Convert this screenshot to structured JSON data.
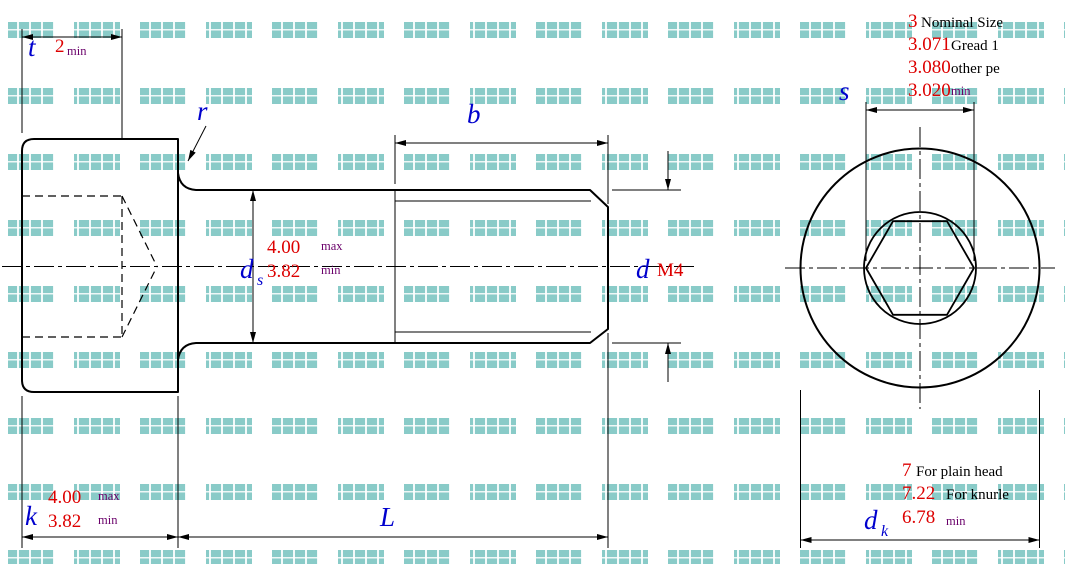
{
  "drawing": {
    "type": "technical-drawing",
    "subject": "Hex socket head cap screw dimension drawing"
  },
  "palette": {
    "line": "#000000",
    "label_blue": "#0000cd",
    "value_red": "#dd0000",
    "limit_purple": "#6a006a",
    "note_black": "#000000",
    "watermark_teal": "#28a09a"
  },
  "side_view": {
    "t_label": "t",
    "t_value": "2",
    "t_limit": "min",
    "r_label": "r",
    "b_label": "b",
    "ds_label": "d",
    "ds_sub": "s",
    "ds_max": "4.00",
    "ds_max_limit": "max",
    "ds_min": "3.82",
    "ds_min_limit": "min",
    "d_label": "d",
    "d_value": "M4",
    "k_label": "k",
    "k_max": "4.00",
    "k_max_limit": "max",
    "k_min": "3.82",
    "k_min_limit": "min",
    "L_label": "L"
  },
  "end_view": {
    "s_label": "s",
    "s_rows": [
      {
        "value": "3",
        "note": "Nominal Size"
      },
      {
        "value": "3.071",
        "note": "Gread 1"
      },
      {
        "value": "3.080",
        "note": "other pe"
      },
      {
        "value": "3.020",
        "note": "min"
      }
    ],
    "dk_label": "d",
    "dk_sub": "k",
    "dk_rows": [
      {
        "value": "7",
        "note": "For plain head"
      },
      {
        "value": "7.22",
        "note": "For knurle"
      },
      {
        "value": "6.78",
        "note": "min"
      }
    ]
  }
}
